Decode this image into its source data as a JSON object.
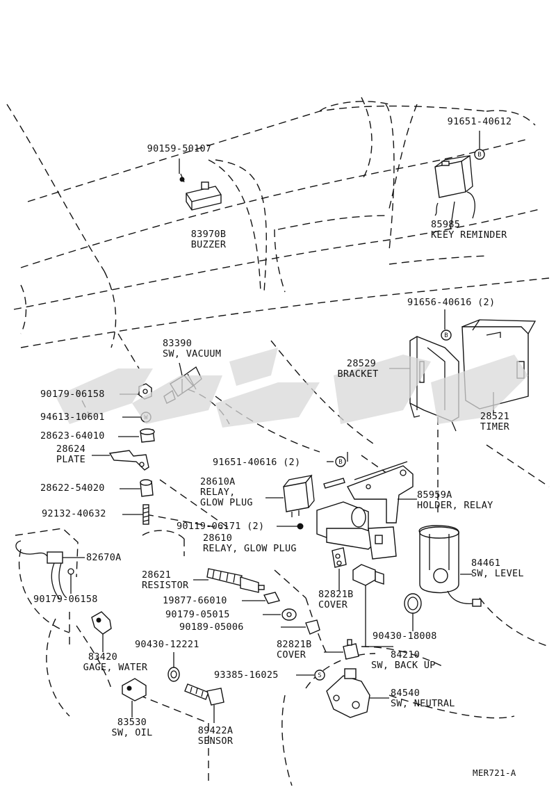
{
  "watermark_color": "#d9d9d9",
  "diagram_code": "MER721-A",
  "labels": {
    "p90159": "90159-50107",
    "p83970b": "83970B",
    "buzzer": "BUZZER",
    "p91651_40612": "91651-40612",
    "p85985": "85985",
    "keey_reminder": "KEEY REMINDER",
    "p91656": "91656-40616 (2)",
    "p28529": "28529",
    "bracket": "BRACKET",
    "p28521": "28521",
    "timer": "TIMER",
    "p83390": "83390",
    "sw_vacuum": "SW, VACUUM",
    "p90179_06158_a": "90179-06158",
    "p94613": "94613-10601",
    "p28623": "28623-64010",
    "p28624": "28624",
    "plate": "PLATE",
    "p91651_40616": "91651-40616 (2)",
    "p28610a": "28610A",
    "relay": "RELAY,",
    "glow_plug": "GLOW PLUG",
    "p28622": "28622-54020",
    "p85959a": "85959A",
    "holder_relay": "HOLDER, RELAY",
    "p92132": "92132-40632",
    "p90119": "90119-06171 (2)",
    "p28610": "28610",
    "relay_glow_plug": "RELAY, GLOW PLUG",
    "p82670a": "82670A",
    "p84461": "84461",
    "sw_level": "SW, LEVEL",
    "p28621": "28621",
    "resistor": "RESISTOR",
    "p90179_06158_b": "90179-06158",
    "p19877": "19877-66010",
    "p82821b_a": "82821B",
    "cover_a": "COVER",
    "p90179_05015": "90179-05015",
    "p90189": "90189-05006",
    "p90430_18008": "90430-18008",
    "p83420": "83420",
    "gage_water": "GAGE, WATER",
    "p90430_12221": "90430-12221",
    "p82821b_b": "82821B",
    "cover_b": "COVER",
    "p84210": "84210",
    "sw_back_up": "SW, BACK UP",
    "p93385": "93385-16025",
    "p84540": "84540",
    "sw_neutral": "SW, NEUTRAL",
    "p83530": "83530",
    "sw_oil": "SW, OIL",
    "p89422a": "89422A",
    "sensor": "SENSOR"
  },
  "callout_letters": {
    "b1": "B",
    "b2": "B",
    "b3": "B",
    "w": "W",
    "s": "S"
  }
}
